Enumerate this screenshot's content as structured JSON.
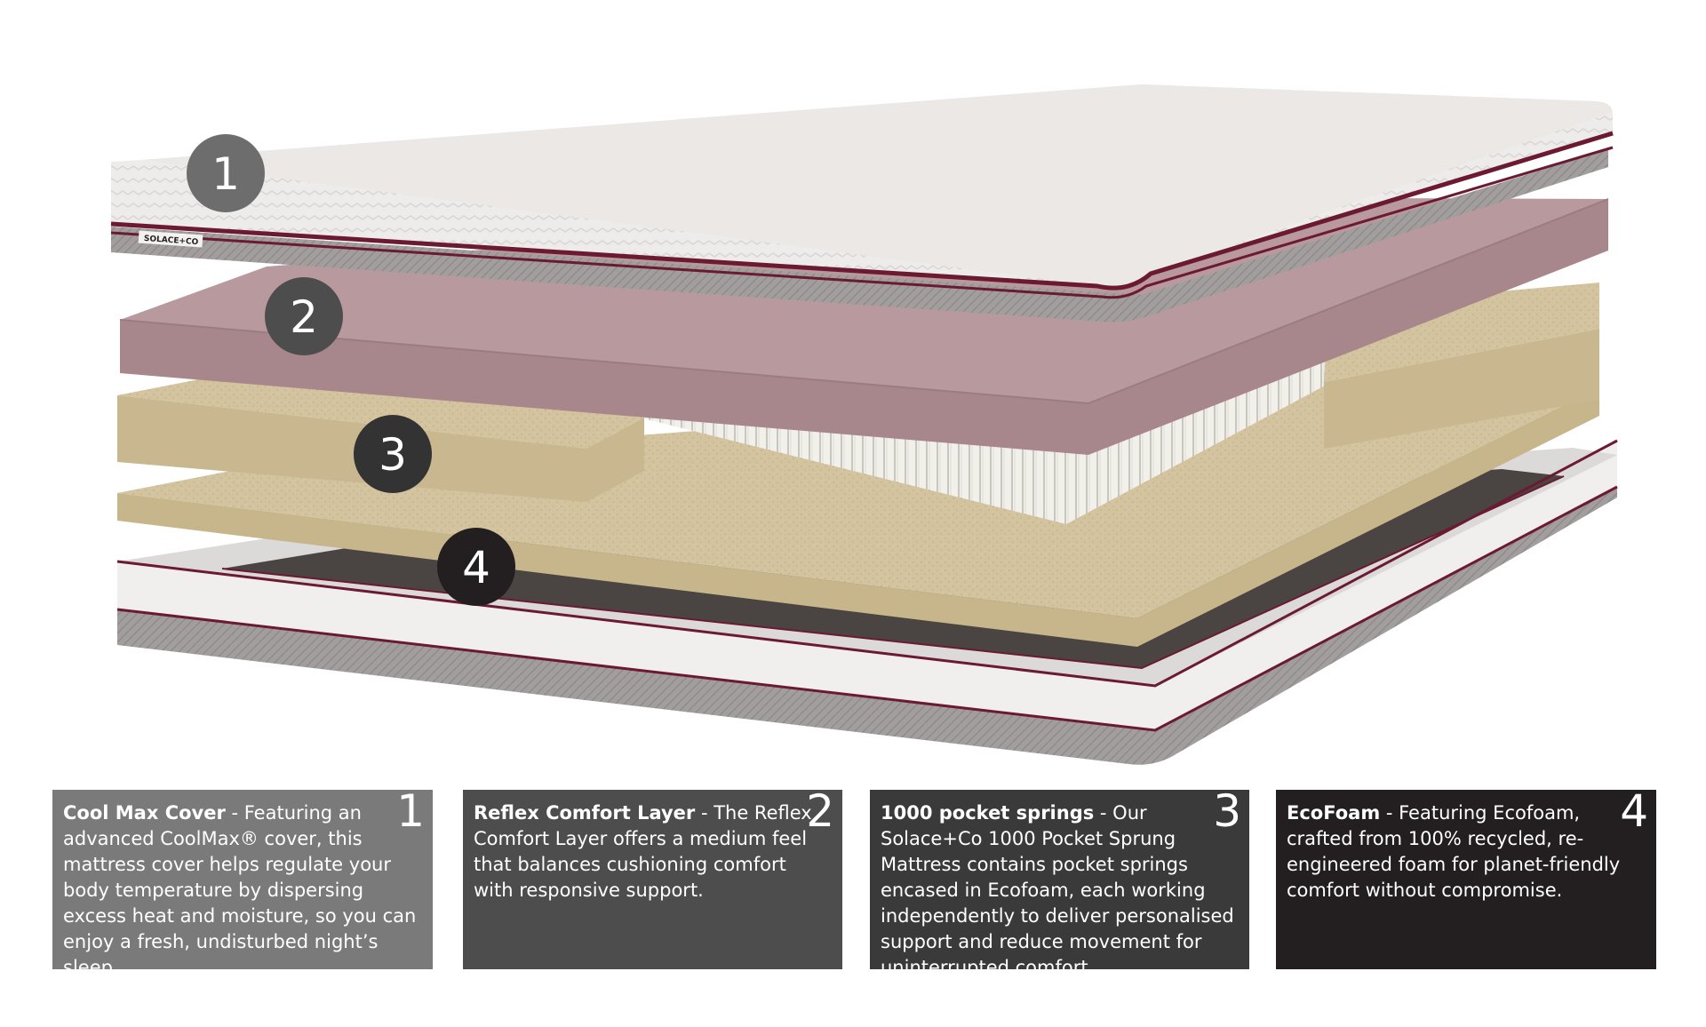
{
  "brand_label": "SOLACE+CO",
  "layers": [
    {
      "number": "1",
      "title": "Cool Max Cover",
      "description": " - Featuring an advanced CoolMax® cover, this mattress cover helps regulate your body temperature by dispersing excess heat and moisture, so you can enjoy a fresh, undisturbed night’s sleep."
    },
    {
      "number": "2",
      "title": "Reflex Comfort Layer",
      "description": " - The Reflex Comfort Layer offers a medium feel that balances cushioning comfort with responsive support."
    },
    {
      "number": "3",
      "title": "1000 pocket springs",
      "description": " - Our Solace+Co 1000 Pocket Sprung Mattress contains pocket springs encased in Ecofoam, each working independently to deliver personalised support and reduce movement for uninterrupted comfort."
    },
    {
      "number": "4",
      "title": "EcoFoam",
      "description": " - Featuring Ecofoam, crafted from 100% recycled, re-engineered foam for planet-friendly comfort without compromise."
    }
  ],
  "colors": {
    "piping": "#6b1a32",
    "cover": "#eeeceb",
    "comfort_layer": "#a8878c",
    "foam": "#d2c29c",
    "base_side": "#9a9696"
  }
}
